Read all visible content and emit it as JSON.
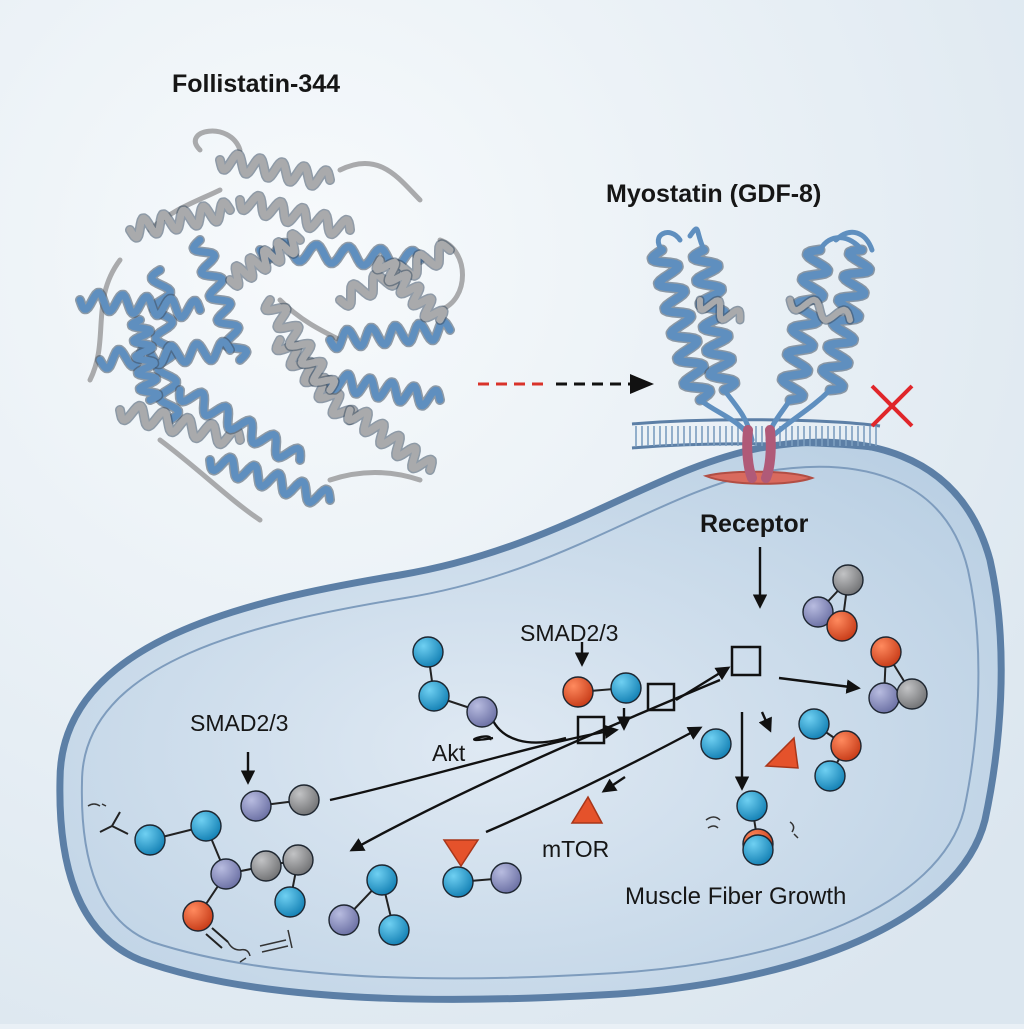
{
  "labels": {
    "follistatin": "Follistatin-344",
    "myostatin": "Myostatin (GDF-8)",
    "receptor": "Receptor",
    "smad_upper": "SMAD2/3",
    "smad_left": "SMAD2/3",
    "akt": "Akt",
    "mtor": "mTOR",
    "growth": "Muscle Fiber Growth"
  },
  "colors": {
    "background": "#e9f0f6",
    "cell_membrane": "#5c7fa6",
    "cytoplasm": "#c6d7e8",
    "helix_blue": "#5f8fbf",
    "helix_gray": "#a9aaac",
    "molecule_blue": "#1f9fd3",
    "molecule_red": "#e5522b",
    "molecule_purple": "#8a8fbd",
    "molecule_gray": "#8e8f91",
    "inhibit_x": "#e0262a",
    "arrow_red": "#d9322a",
    "arrow_black": "#111111",
    "receptor_anchor": "#d96a5e"
  }
}
